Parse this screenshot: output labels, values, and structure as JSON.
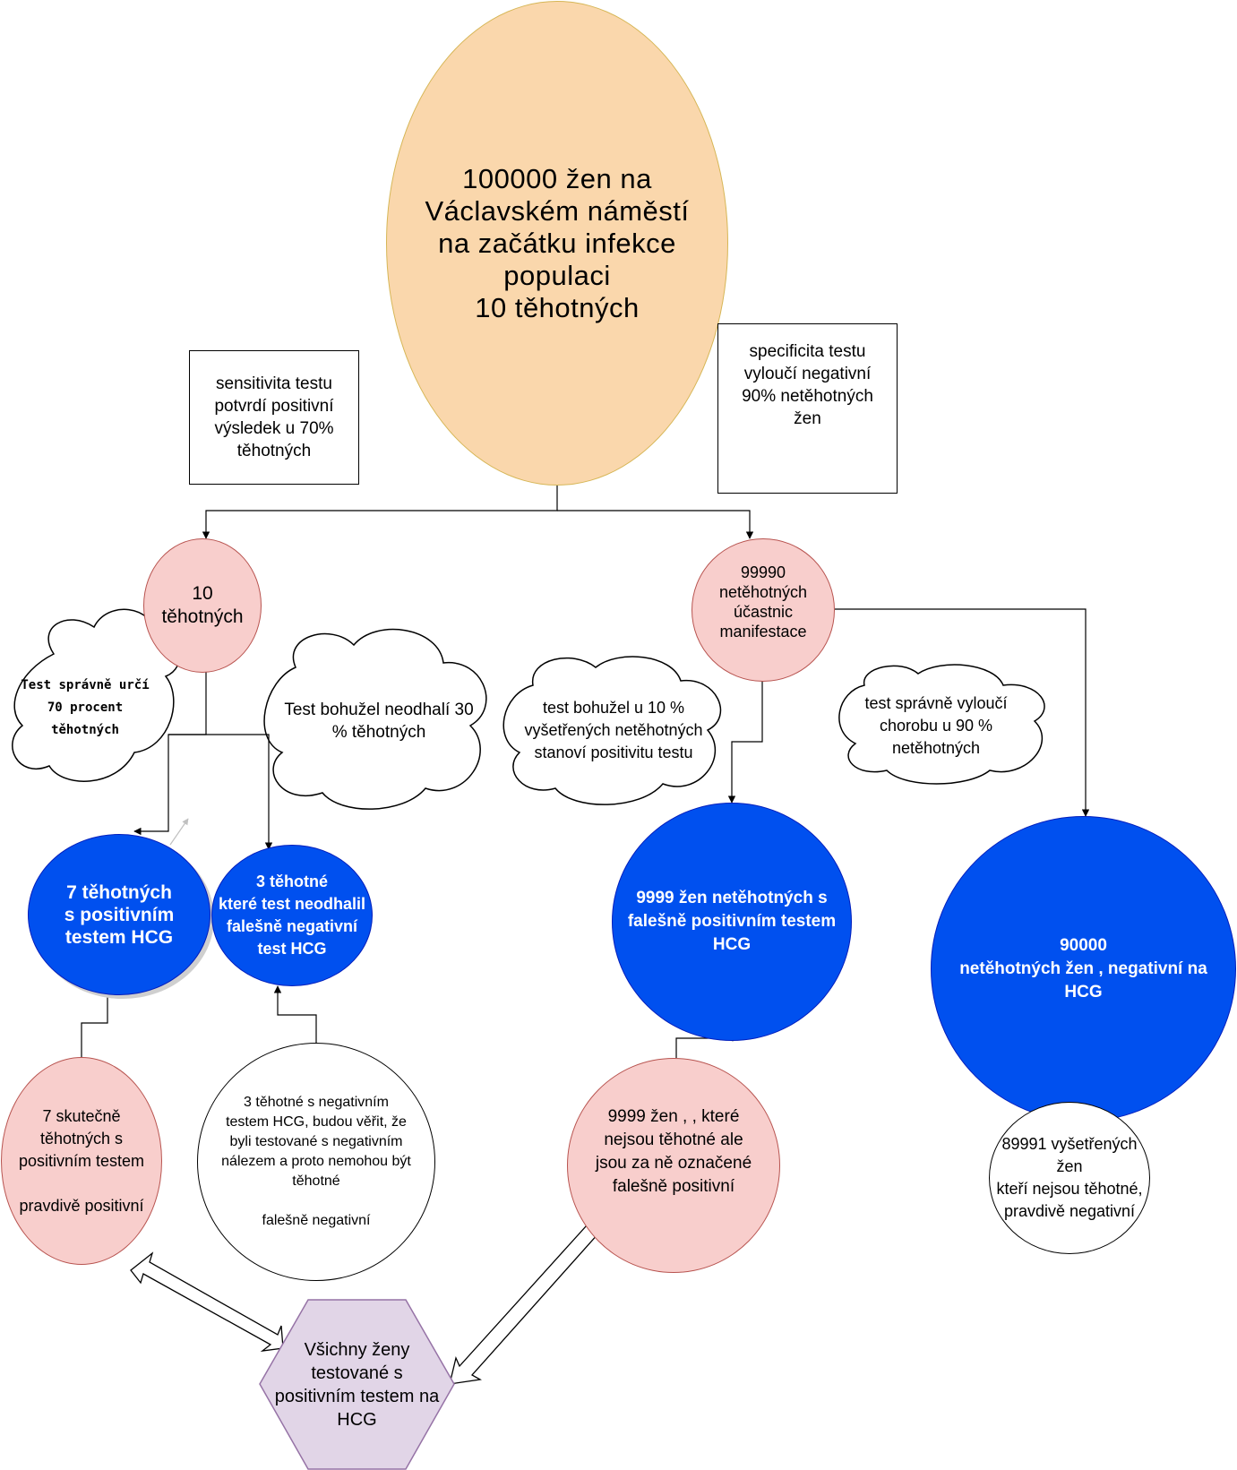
{
  "diagram": {
    "root": {
      "lines": [
        "100000 žen  na",
        "Václavském náměstí",
        "na začátku infekce",
        "populaci",
        "  10  těhotných"
      ]
    },
    "sensitivity_note": {
      "lines": [
        "sensitivita testu",
        "potvrdí positivní",
        "výsledek u 70%",
        "těhotných"
      ]
    },
    "specificity_note": {
      "lines": [
        "specificita testu",
        "vyloučí negativní",
        "  90% netěhotných",
        "žen"
      ]
    },
    "pregnant_node": {
      "lines": [
        "10",
        "těhotných"
      ]
    },
    "non_pregnant_node": {
      "lines": [
        "99990",
        "netěhotných",
        "účastnic",
        "manifestace"
      ]
    },
    "cloud_correct_70": {
      "lines": [
        "Test správně určí",
        "70 procent",
        "těhotných"
      ]
    },
    "cloud_miss_30": {
      "lines": [
        "Test bohužel  neodhalí 30",
        "%  těhotných"
      ]
    },
    "cloud_false_10": {
      "lines": [
        "test bohužel u 10 %",
        "vyšetřených  netěhotných",
        "stanoví  positivitu testu"
      ]
    },
    "cloud_correct_90": {
      "lines": [
        "test správně   vyloučí",
        "chorobu  u 90 %",
        "netěhotných"
      ]
    },
    "blue_true_pos": {
      "lines": [
        "7 těhotných",
        "s positivním",
        "testem HCG"
      ]
    },
    "blue_false_neg": {
      "lines": [
        "3 těhotné",
        "které test neodhalil",
        "falešně  negativní",
        "test HCG"
      ]
    },
    "blue_false_pos": {
      "lines": [
        "9999   žen netěhotných  s",
        "falešně positivním testem",
        "HCG"
      ]
    },
    "blue_true_neg": {
      "lines": [
        "90000",
        "netěhotných žen ,   negativní  na",
        "HCG"
      ]
    },
    "pink_true_pos": {
      "lines": [
        "7 skutečně",
        "těhotných  s",
        "positivním testem",
        "",
        "pravdivě  positivní"
      ]
    },
    "white_false_neg": {
      "lines": [
        "3  těhotné  s negativním",
        "testem HCG,  budou věřit, že",
        "byli testované  s negativním",
        "nálezem a proto nemohou být",
        "těhotné",
        "",
        "falešně  negativní"
      ]
    },
    "pink_false_pos": {
      "lines": [
        "9999 žen ,     , které",
        "nejsou těhotné   ale",
        "jsou  za ně  označené",
        "falešně positivní"
      ]
    },
    "white_true_neg": {
      "lines": [
        "89991 vyšetřených",
        "žen",
        "kteří nejsou těhotné,",
        "pravdivě negativní"
      ]
    },
    "hexagon": {
      "lines": [
        "Všichny ženy",
        "testované s",
        "positivním testem na",
        "HCG"
      ]
    },
    "colors": {
      "root_fill": "#fad7ac",
      "root_stroke": "#d6b656",
      "pink_fill": "#f8cecc",
      "pink_stroke": "#b85450",
      "blue_fill": "#0050ef",
      "blue_stroke": "#001dbc",
      "hex_fill": "#e1d5e7",
      "hex_stroke": "#9673a6"
    }
  }
}
